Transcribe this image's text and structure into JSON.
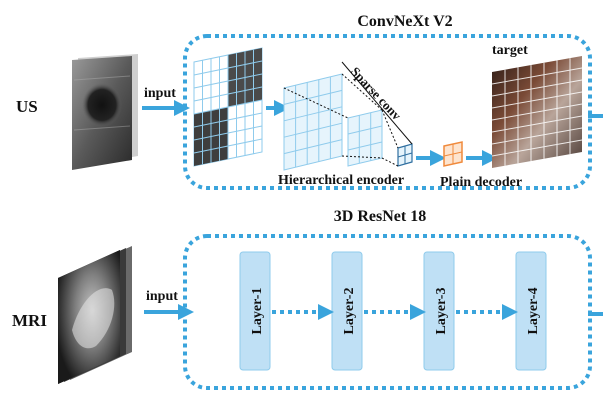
{
  "top": {
    "title": "ConvNeXt V2",
    "modality": "US",
    "input_label": "input",
    "target_label": "target",
    "sparse_conv_label": "Sparse conv",
    "encoder_label": "Hierarchical encoder",
    "decoder_label": "Plain decoder"
  },
  "bottom": {
    "title": "3D ResNet 18",
    "modality": "MRI",
    "input_label": "input",
    "layers": [
      "Layer-1",
      "Layer-2",
      "Layer-3",
      "Layer-4"
    ]
  },
  "colors": {
    "accent_blue": "#3aa4dc",
    "layer_fill": "#bfe0f5",
    "grid_line": "#8fcbec",
    "decoder_orange": "#f08a3c"
  }
}
